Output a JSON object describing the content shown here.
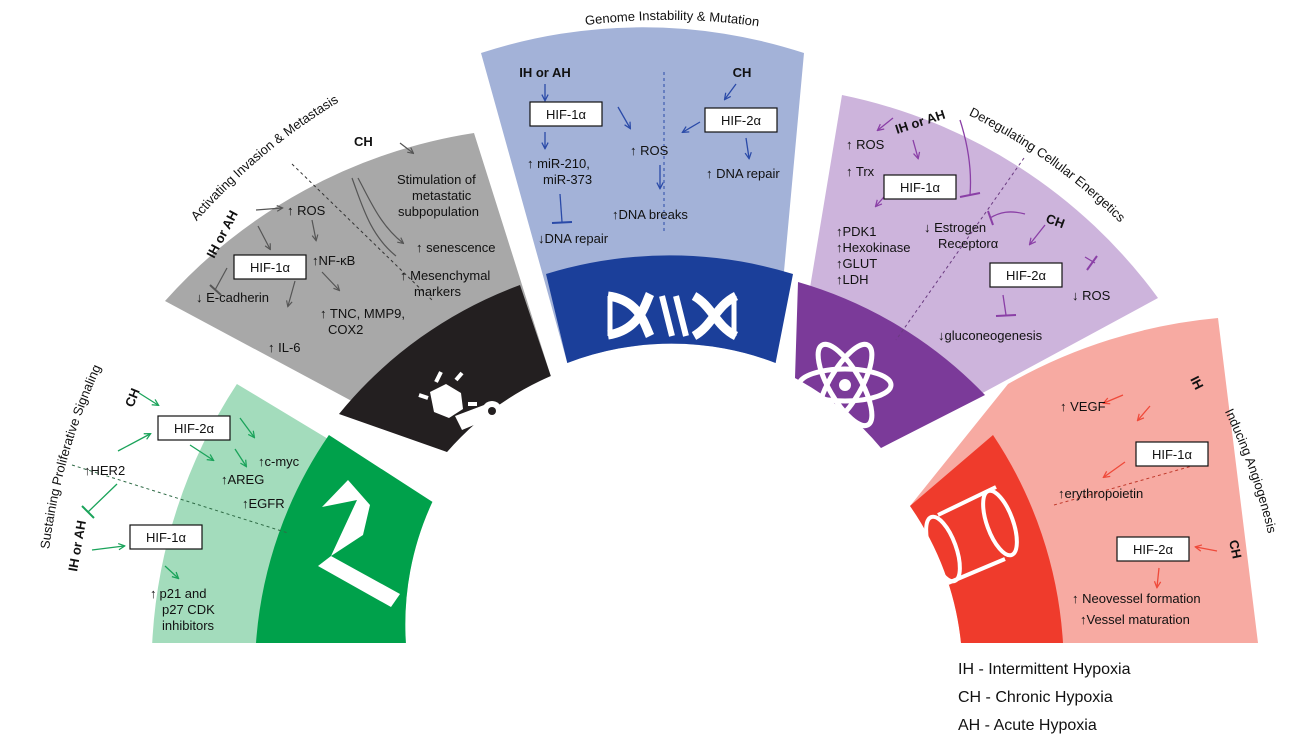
{
  "colors": {
    "green_light": "#a3dcbc",
    "green_dark": "#00a14b",
    "green_text": "#1aa35a",
    "gray_light": "#a8a8a8",
    "gray_dark": "#231f20",
    "blue_light": "#a3b2d8",
    "blue_dark": "#1b3f9a",
    "blue_text": "#2a4aa8",
    "purple_light": "#cdb4dc",
    "purple_dark": "#7b3a99",
    "purple_text": "#8a3fa6",
    "red_light": "#f7aaa2",
    "red_dark": "#ef3b2c",
    "red_text": "#ef4a3a"
  },
  "sectors": {
    "proliferative": {
      "title": "Sustaining Proliferative Signaling",
      "icon": "turn-arrow-icon",
      "ch": "CH",
      "ih_ah": "IH or AH",
      "hif2": "HIF-2α",
      "hif1": "HIF-1α",
      "her2": "HER2",
      "areg": "AREG",
      "cmyc": "c-myc",
      "egfr": "EGFR",
      "p21": "p21 and",
      "p27": "p27 CDK",
      "inhibitors": "inhibitors"
    },
    "invasion": {
      "title": "Activating Invasion & Metastasis",
      "icon": "cell-detach-icon",
      "ch": "CH",
      "ih_ah": "IH or AH",
      "hif1": "HIF-1α",
      "ros": "ROS",
      "nfkb": "NF-κB",
      "ecad": "E-cadherin",
      "tnc": "TNC, MMP9,",
      "cox2": "COX2",
      "il6": "IL-6",
      "stim1": "Stimulation of",
      "stim2": "metastatic",
      "stim3": "subpopulation",
      "senescence": "senescence",
      "mes1": "Mesenchymal",
      "mes2": "markers"
    },
    "genome": {
      "title": "Genome Instability & Mutation",
      "icon": "dna-icon",
      "ih_ah": "IH or AH",
      "ch": "CH",
      "hif1": "HIF-1α",
      "hif2": "HIF-2α",
      "mir1": "miR-210,",
      "mir2": "miR-373",
      "ros": "ROS",
      "dna_repair_up": "DNA repair",
      "dna_breaks": "DNA breaks",
      "dna_repair_down": "DNA repair"
    },
    "energetics": {
      "title": "Deregulating Cellular Energetics",
      "icon": "atom-icon",
      "ih_ah": "IH or AH",
      "ch": "CH",
      "hif1": "HIF-1α",
      "hif2": "HIF-2α",
      "ros": "ROS",
      "trx": "Trx",
      "pdk1": "PDK1",
      "hexokinase": "Hexokinase",
      "glut": "GLUT",
      "ldh": "LDH",
      "estrogen1": "Estrogen",
      "estrogen2": "Receptorα",
      "ros2": "ROS",
      "gluconeo": "gluconeogenesis"
    },
    "angiogenesis": {
      "title": "Inducing Angiogenesis",
      "icon": "vessel-icon",
      "ih": "IH",
      "ch": "CH",
      "hif1": "HIF-1α",
      "hif2": "HIF-2α",
      "vegf": "VEGF",
      "epo": "erythropoietin",
      "neo": "Neovessel formation",
      "mat": "Vessel maturation"
    }
  },
  "legend": [
    "IH - Intermittent Hypoxia",
    "CH - Chronic Hypoxia",
    "AH - Acute Hypoxia"
  ]
}
